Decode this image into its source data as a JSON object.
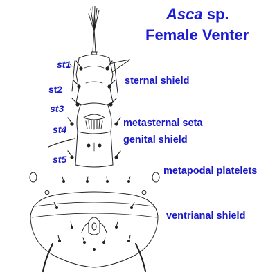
{
  "title": {
    "genus": "Asca",
    "suffix": " sp.",
    "line2": "Female Venter"
  },
  "labels": {
    "sternal_shield": "sternal shield",
    "metasternal_seta": "metasternal seta",
    "genital_shield": "genital shield",
    "metapodal_platelets": "metapodal platelets",
    "ventrianal_shield": "ventrianal shield"
  },
  "setae": [
    "st1",
    "st2",
    "st3",
    "st4",
    "st5"
  ],
  "colors": {
    "label": "#1818c8",
    "drawing": "#222222"
  }
}
